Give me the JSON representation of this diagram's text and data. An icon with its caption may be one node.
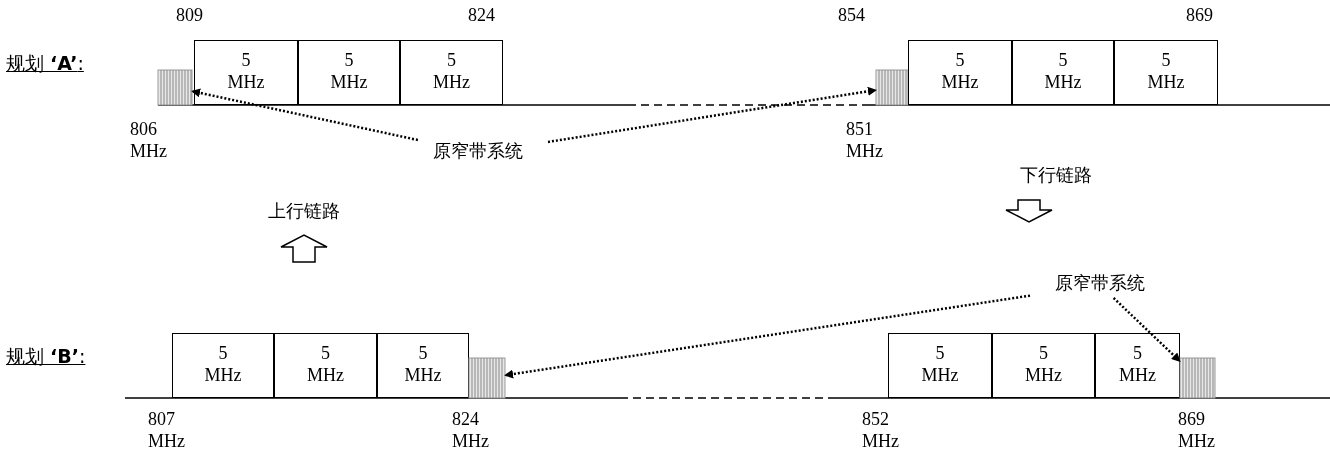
{
  "diagram": {
    "nodes": [
      {
        "text": [],
        "shape": "bar"
      },
      {
        "text": [
          "5 MHz"
        ]
      },
      {
        "text": [
          "5 MHz"
        ]
      },
      {
        "text": [
          "5 MHz"
        ]
      },
      {
        "text": [],
        "shape": "bar"
      },
      {
        "text": [
          "5 MHz"
        ]
      },
      {
        "text": [
          "5 MHz"
        ]
      },
      {
        "text": [
          "5 MHz"
        ]
      },
      {
        "text": [
          "原窄带系统"
        ]
      },
      {
        "text": [
          "原窄带系统"
        ]
      },
      {
        "text": [
          "5 MHz"
        ]
      },
      {
        "text": [
          "5 MHz"
        ]
      },
      {
        "text": [
          "5 MHz"
        ]
      },
      {
        "text": [],
        "shape": "bar"
      },
      {
        "text": [
          "5 MHz"
        ]
      },
      {
        "text": [
          "5 MHz"
        ]
      },
      {
        "text": [
          "5 MHz"
        ]
      },
      {
        "text": [],
        "shape": "bar"
      }
    ],
    "edges": [
      {
        "from": 8,
        "to": 0,
        "arrow": "to",
        "style": "dashed"
      },
      {
        "from": 8,
        "to": 4,
        "arrow": "to",
        "style": "dashed"
      },
      {
        "from": 9,
        "to": 13,
        "arrow": "to",
        "style": "dashed"
      },
      {
        "from": 9,
        "to": 17,
        "arrow": "to",
        "style": "dashed"
      }
    ],
    "labels": [
      "809",
      "824",
      "854",
      "869",
      "规划 **‘A’**:",
      "806 MHz",
      "851 MHz",
      "下行链路",
      "上行链路",
      "规划 **‘B’**:",
      "807 MHz",
      "824 MHz",
      "852 MHz",
      "869 MHz"
    ]
  }
}
